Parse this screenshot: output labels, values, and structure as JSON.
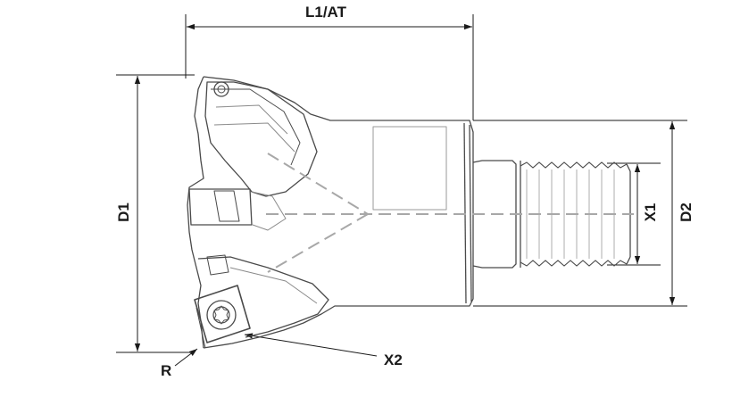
{
  "labels": {
    "length": "L1/AT",
    "cutting_diameter": "D1",
    "shank_diameter": "D2",
    "thread_diameter": "X1",
    "insert": "X2",
    "corner_radius": "R"
  },
  "colors": {
    "outline": "#4a4a4a",
    "dimension": "#1a1a1a",
    "centerline": "#a8a8a8"
  }
}
